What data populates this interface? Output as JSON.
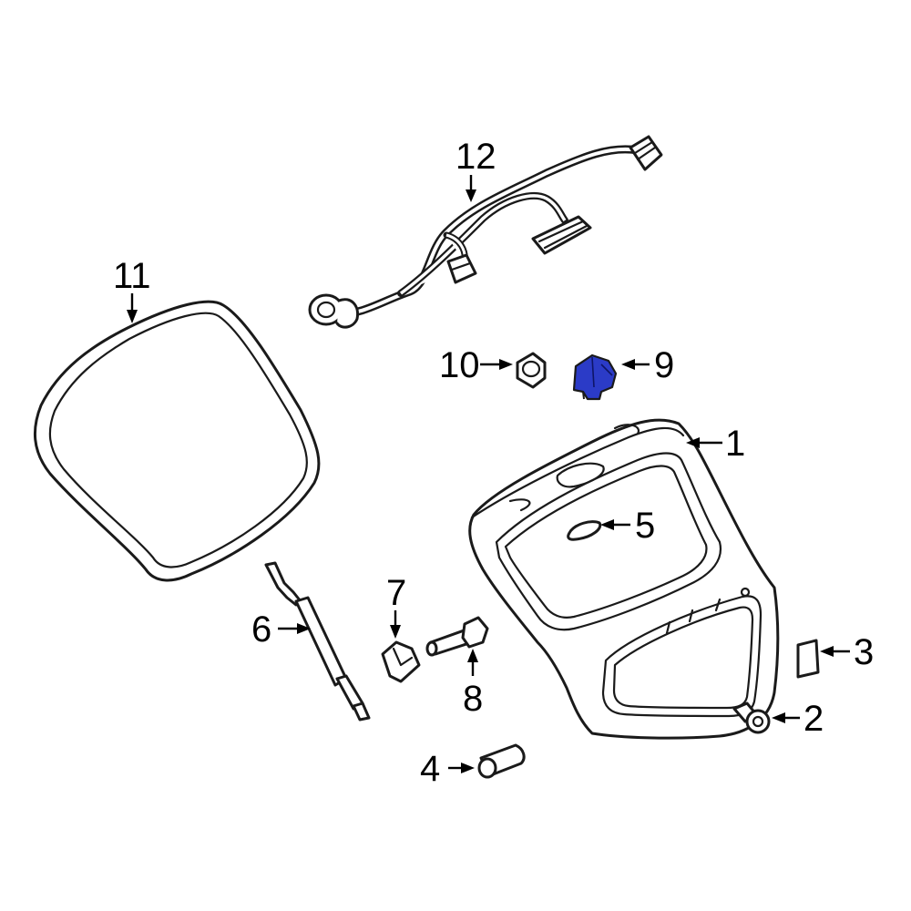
{
  "callouts": {
    "c1": "1",
    "c2": "2",
    "c3": "3",
    "c4": "4",
    "c5": "5",
    "c6": "6",
    "c7": "7",
    "c8": "8",
    "c9": "9",
    "c10": "10",
    "c11": "11",
    "c12": "12"
  },
  "colors": {
    "highlight": "#2b3bc7",
    "outline": "#1a1a1a"
  }
}
